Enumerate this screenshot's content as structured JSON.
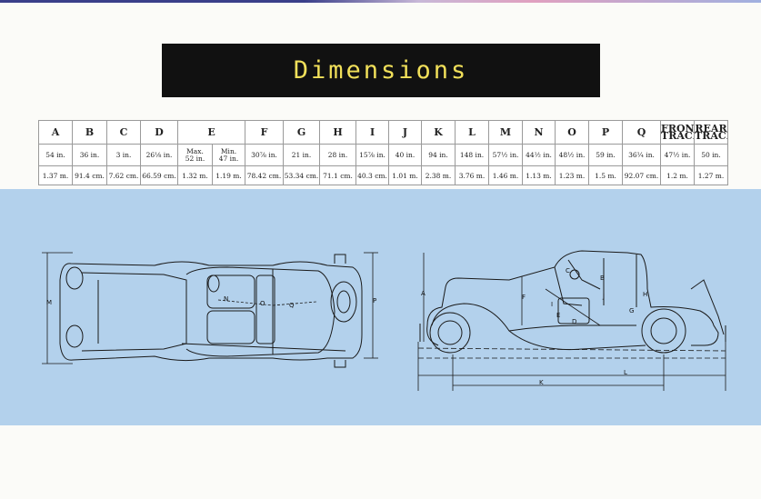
{
  "title": "Dimensions",
  "headers": [
    "A",
    "B",
    "C",
    "D",
    "E",
    "F",
    "G",
    "H",
    "I",
    "J",
    "K",
    "L",
    "M",
    "N",
    "O",
    "P",
    "Q",
    "FRONT TRACK",
    "REAR TRACK"
  ],
  "e_sub": {
    "max_label": "Max.",
    "max_value": "52 in.",
    "min_label": "Min.",
    "min_value": "47 in."
  },
  "inches": [
    "54 in.",
    "36 in.",
    "3 in.",
    "26⅛ in.",
    "30⅞ in.",
    "21 in.",
    "28 in.",
    "15⅞ in.",
    "40 in.",
    "94 in.",
    "148 in.",
    "57½ in.",
    "44½ in.",
    "48½ in.",
    "59 in.",
    "36¼ in.",
    "47½ in.",
    "50 in."
  ],
  "metric": [
    "1.37 m.",
    "91.4 cm.",
    "7.62 cm.",
    "66.59 cm.",
    "1.32 m.",
    "1.19 m.",
    "78.42 cm.",
    "53.34 cm.",
    "71.1 cm.",
    "40.3 cm.",
    "1.01 m.",
    "2.38 m.",
    "3.76 m.",
    "1.46 m.",
    "1.13 m.",
    "1.23 m.",
    "1.5 m.",
    "92.07 cm.",
    "1.2 m.",
    "1.27 m."
  ],
  "diagram_labels": {
    "m": "M",
    "n": "N",
    "o": "O",
    "q": "Q",
    "p": "P",
    "a": "A",
    "b": "B",
    "c": "C",
    "d": "D",
    "e": "E",
    "f": "F",
    "g": "G",
    "h": "H",
    "i": "I",
    "j": "J",
    "k": "K",
    "l": "L"
  }
}
